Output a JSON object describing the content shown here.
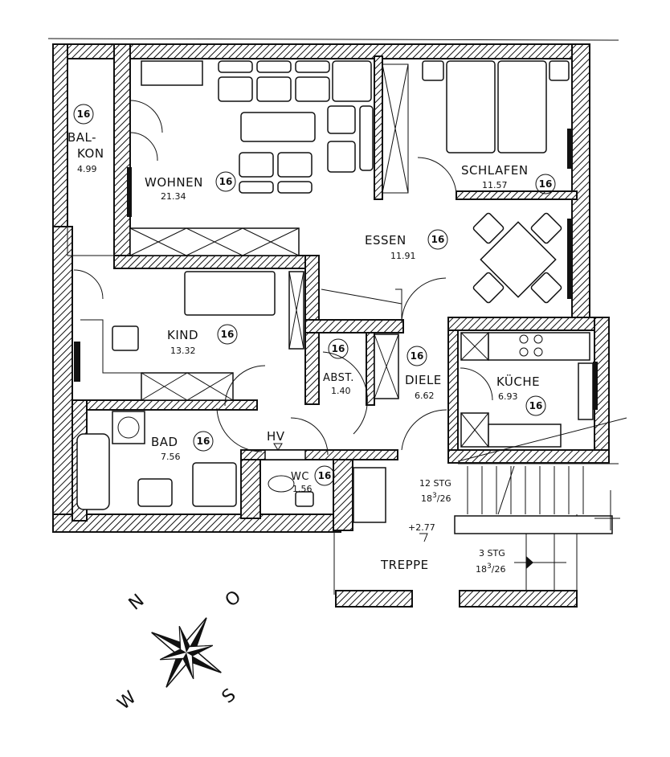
{
  "rooms": {
    "balkon": {
      "label_1": "BAL-",
      "label_2": "KON",
      "area": "4.99",
      "badge": "16"
    },
    "wohnen": {
      "label": "WOHNEN",
      "area": "21.34",
      "badge": "16"
    },
    "schlafen": {
      "label": "SCHLAFEN",
      "area": "11.57",
      "badge": "16"
    },
    "essen": {
      "label": "ESSEN",
      "area": "11.91",
      "badge": "16"
    },
    "kind": {
      "label": "KIND",
      "area": "13.32",
      "badge": "16"
    },
    "abst": {
      "label": "ABST.",
      "area": "1.40",
      "badge": "16"
    },
    "diele": {
      "label": "DIELE",
      "area": "6.62",
      "badge": "16"
    },
    "kueche": {
      "label": "KÜCHE",
      "area": "6.93",
      "badge": "16"
    },
    "bad": {
      "label": "BAD",
      "area": "7.56",
      "badge": "16"
    },
    "wc": {
      "label": "WC",
      "area": "1.56",
      "badge": "16"
    },
    "treppe": {
      "label": "TREPPE"
    }
  },
  "annotations": {
    "hv": "HV",
    "stairs_upper_count": "12 STG",
    "stairs_upper_ratio_base": "18",
    "stairs_upper_ratio_sup": "3",
    "stairs_upper_ratio_den": "/26",
    "landing_level": "+2.77",
    "stairs_lower_count": "3 STG",
    "stairs_lower_ratio_base": "18",
    "stairs_lower_ratio_sup": "3",
    "stairs_lower_ratio_den": "/26"
  },
  "compass": {
    "n": "N",
    "o": "O",
    "s": "S",
    "w": "W"
  },
  "colors": {
    "ink": "#111111",
    "paper": "#ffffff"
  }
}
